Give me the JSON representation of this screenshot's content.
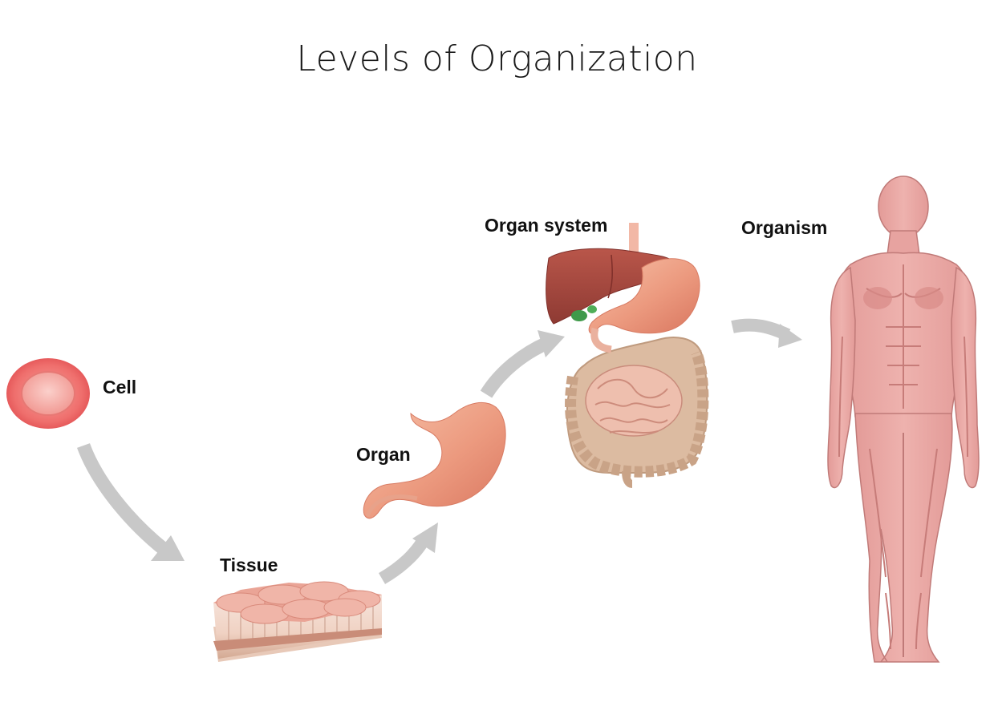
{
  "title": "Levels of Organization",
  "levels": [
    {
      "key": "cell",
      "label": "Cell"
    },
    {
      "key": "tissue",
      "label": "Tissue"
    },
    {
      "key": "organ",
      "label": "Organ"
    },
    {
      "key": "organ_system",
      "label": "Organ system"
    },
    {
      "key": "organism",
      "label": "Organism"
    }
  ],
  "colors": {
    "arrow": "#c8c8c8",
    "cell_outer": "#ef6b6b",
    "cell_inner": "#f7b3b0",
    "stomach": "#eb9980",
    "liver": "#a6463e",
    "intestine": "#d8b59c",
    "body": "#e8a7a3",
    "body_outline": "#c07a78"
  }
}
